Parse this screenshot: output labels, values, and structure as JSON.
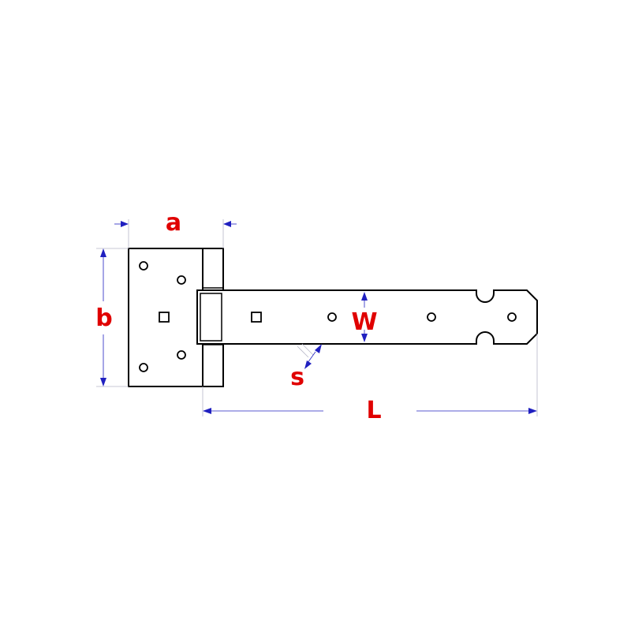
{
  "diagram": {
    "labels": {
      "a": "a",
      "b": "b",
      "w": "W",
      "s": "s",
      "l": "L"
    },
    "colors": {
      "label": "#e00000",
      "dimension_line": "#2020c0",
      "outline": "#000000",
      "background": "#ffffff"
    }
  }
}
